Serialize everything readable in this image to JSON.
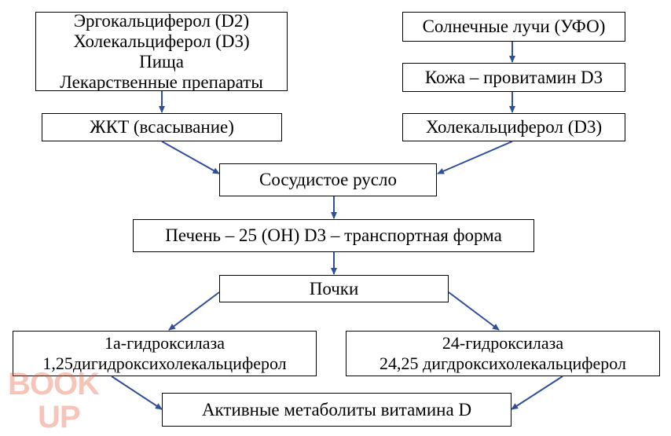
{
  "nodes": {
    "sources_left": [
      "Эргокальциферол (D2)",
      "Холекальциферол (D3)",
      "Пища",
      "Лекарственные препараты"
    ],
    "gkt": "ЖКТ (всасывание)",
    "sun": "Солнечные лучи (УФО)",
    "skin": "Кожа – провитамин D3",
    "cholecalciferol": "Холекальциферол (D3)",
    "bloodstream": "Сосудистое русло",
    "liver": "Печень – 25 (OH) D3 – транспортная форма",
    "kidneys": "Почки",
    "hydroxylase_1a": [
      "1а-гидроксилаза",
      "1,25дигидроксихолекальциферол"
    ],
    "hydroxylase_24": [
      "24-гидроксилаза",
      "24,25 дигдроксихолекальциферол"
    ],
    "active_metabolites": "Активные метаболиты витамина D"
  },
  "colors": {
    "arrow": "#2f4f9a",
    "box_border": "#000000",
    "watermark": "#e8593a"
  },
  "watermark": {
    "top": "BOOK",
    "bottom": "UP"
  }
}
